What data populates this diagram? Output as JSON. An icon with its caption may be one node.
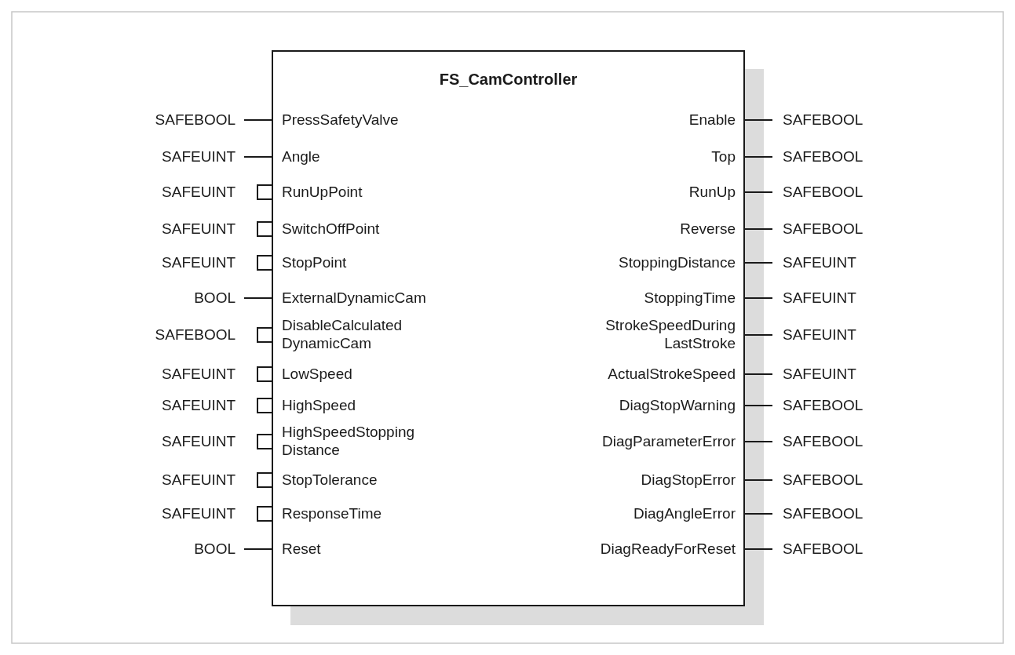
{
  "diagram": {
    "nodes": [
      {
        "text": [
          "FS_CamController"
        ]
      }
    ],
    "labels": [
      "SAFEBOOL",
      "PressSafetyValve",
      "Enable",
      "SAFEBOOL",
      "SAFEUINT",
      "Angle",
      "Top",
      "SAFEBOOL",
      "SAFEUINT",
      "RunUpPoint",
      "RunUp",
      "SAFEBOOL",
      "SAFEUINT",
      "SwitchOffPoint",
      "Reverse",
      "SAFEBOOL",
      "SAFEUINT",
      "StopPoint",
      "StoppingDistance",
      "SAFEUINT",
      "BOOL",
      "ExternalDynamicCam",
      "StoppingTime",
      "SAFEUINT",
      "SAFEBOOL",
      "DisableCalculated DynamicCam",
      "StrokeSpeedDuring LastStroke",
      "SAFEUINT",
      "SAFEUINT",
      "LowSpeed",
      "ActualStrokeSpeed",
      "SAFEUINT",
      "SAFEUINT",
      "HighSpeed",
      "DiagStopWarning",
      "SAFEBOOL",
      "SAFEUINT",
      "HighSpeedStopping Distance",
      "DiagParameterError",
      "SAFEBOOL",
      "SAFEUINT",
      "StopTolerance",
      "DiagStopError",
      "SAFEBOOL",
      "SAFEUINT",
      "ResponseTime",
      "DiagAngleError",
      "SAFEBOOL",
      "BOOL",
      "Reset",
      "DiagReadyForReset",
      "SAFEBOOL"
    ]
  }
}
